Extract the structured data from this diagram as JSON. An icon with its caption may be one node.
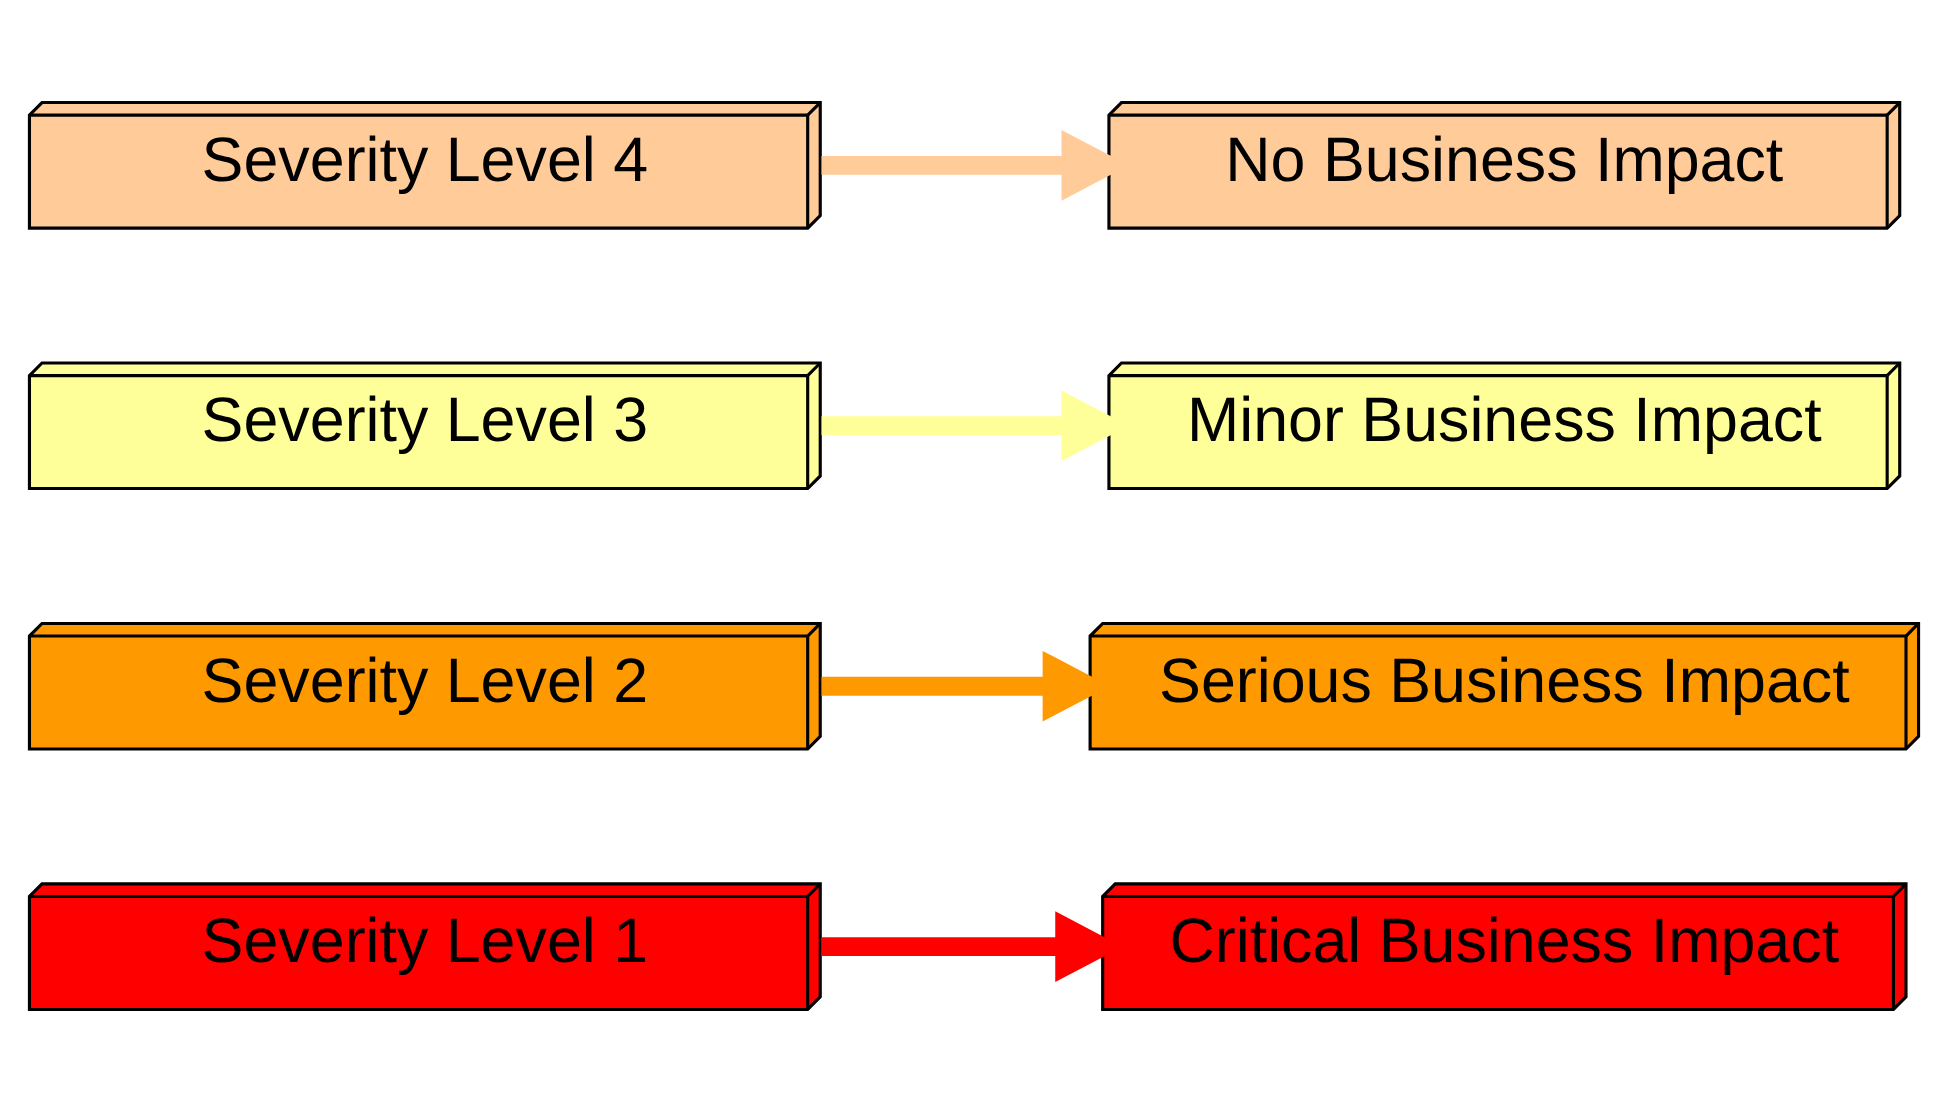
{
  "diagram": {
    "nodes": [
      {
        "text": [
          "Severity Level 4"
        ]
      },
      {
        "text": [
          "No Business Impact"
        ]
      },
      {
        "text": [
          "Severity Level 3"
        ]
      },
      {
        "text": [
          "Minor Business Impact"
        ]
      },
      {
        "text": [
          "Severity Level 2"
        ]
      },
      {
        "text": [
          "Serious Business Impact"
        ]
      },
      {
        "text": [
          "Severity Level 1"
        ]
      },
      {
        "text": [
          "Critical Business Impact"
        ]
      }
    ],
    "edges": [
      {
        "from": 0,
        "to": 1,
        "arrow": "to",
        "color": "#ffcc99"
      },
      {
        "from": 2,
        "to": 3,
        "arrow": "to",
        "color": "#ffff99"
      },
      {
        "from": 4,
        "to": 5,
        "arrow": "to",
        "color": "#ff9900"
      },
      {
        "from": 6,
        "to": 7,
        "arrow": "to",
        "color": "#ff0000"
      }
    ]
  }
}
